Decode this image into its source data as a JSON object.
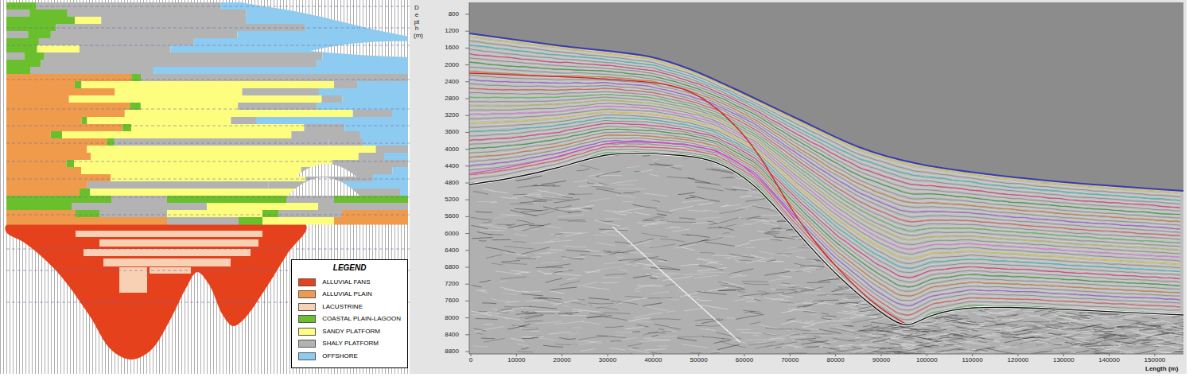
{
  "diagram": {
    "labels": [
      "LEGEND",
      "Depth (m)",
      "800",
      "1200",
      "1600",
      "2000",
      "2400",
      "2800",
      "3200",
      "3600",
      "4000",
      "4400",
      "4800",
      "5200",
      "5600",
      "6000",
      "6400",
      "6800",
      "7200",
      "7600",
      "8000",
      "8400",
      "8800",
      "0",
      "10000",
      "20000",
      "30000",
      "40000",
      "50000",
      "60000",
      "70000",
      "80000",
      "90000",
      "100000",
      "110000",
      "120000",
      "130000",
      "140000",
      "150000",
      "Length (m)"
    ],
    "legend": [
      {
        "text": "ALLUVIAL FANS",
        "color": "#e4411c"
      },
      {
        "text": "ALLUVIAL PLAIN",
        "color": "#f09a4c"
      },
      {
        "text": "LACUSTRINE",
        "color": "#f8d0b4"
      },
      {
        "text": "COASTAL PLAIN-LAGOON",
        "color": "#6abf2c"
      },
      {
        "text": "SANDY PLATFORM",
        "color": "#fdfd7e"
      },
      {
        "text": "SHALY PLATFORM",
        "color": "#b3b3b3"
      },
      {
        "text": "OFFSHORE",
        "color": "#8ecbf0"
      }
    ]
  }
}
